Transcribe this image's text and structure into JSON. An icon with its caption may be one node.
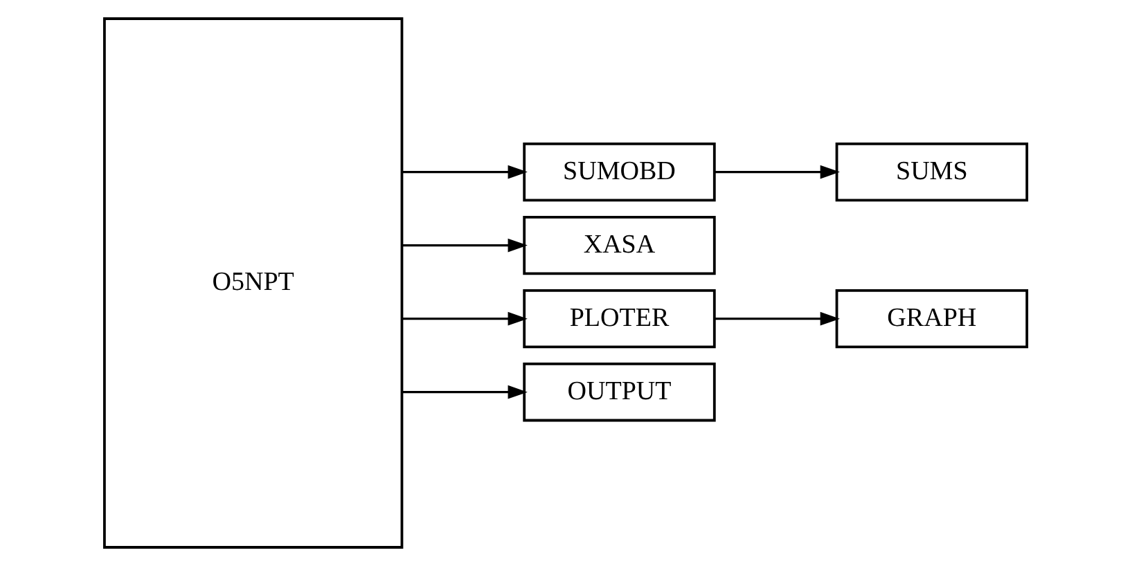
{
  "diagram": {
    "nodes": [
      {
        "text": [
          "O5NPT"
        ]
      },
      {
        "text": [
          "SUMOBD"
        ]
      },
      {
        "text": [
          "SUMS"
        ]
      },
      {
        "text": [
          "XASA"
        ]
      },
      {
        "text": [
          "PLOTER"
        ]
      },
      {
        "text": [
          "GRAPH"
        ]
      },
      {
        "text": [
          "OUTPUT"
        ]
      }
    ],
    "edges": [
      {
        "from": 0,
        "to": 1,
        "arrow": "to"
      },
      {
        "from": 1,
        "to": 2,
        "arrow": "to"
      },
      {
        "from": 0,
        "to": 3,
        "arrow": "to"
      },
      {
        "from": 0,
        "to": 4,
        "arrow": "to"
      },
      {
        "from": 4,
        "to": 5,
        "arrow": "to"
      },
      {
        "from": 0,
        "to": 6,
        "arrow": "to"
      }
    ]
  }
}
